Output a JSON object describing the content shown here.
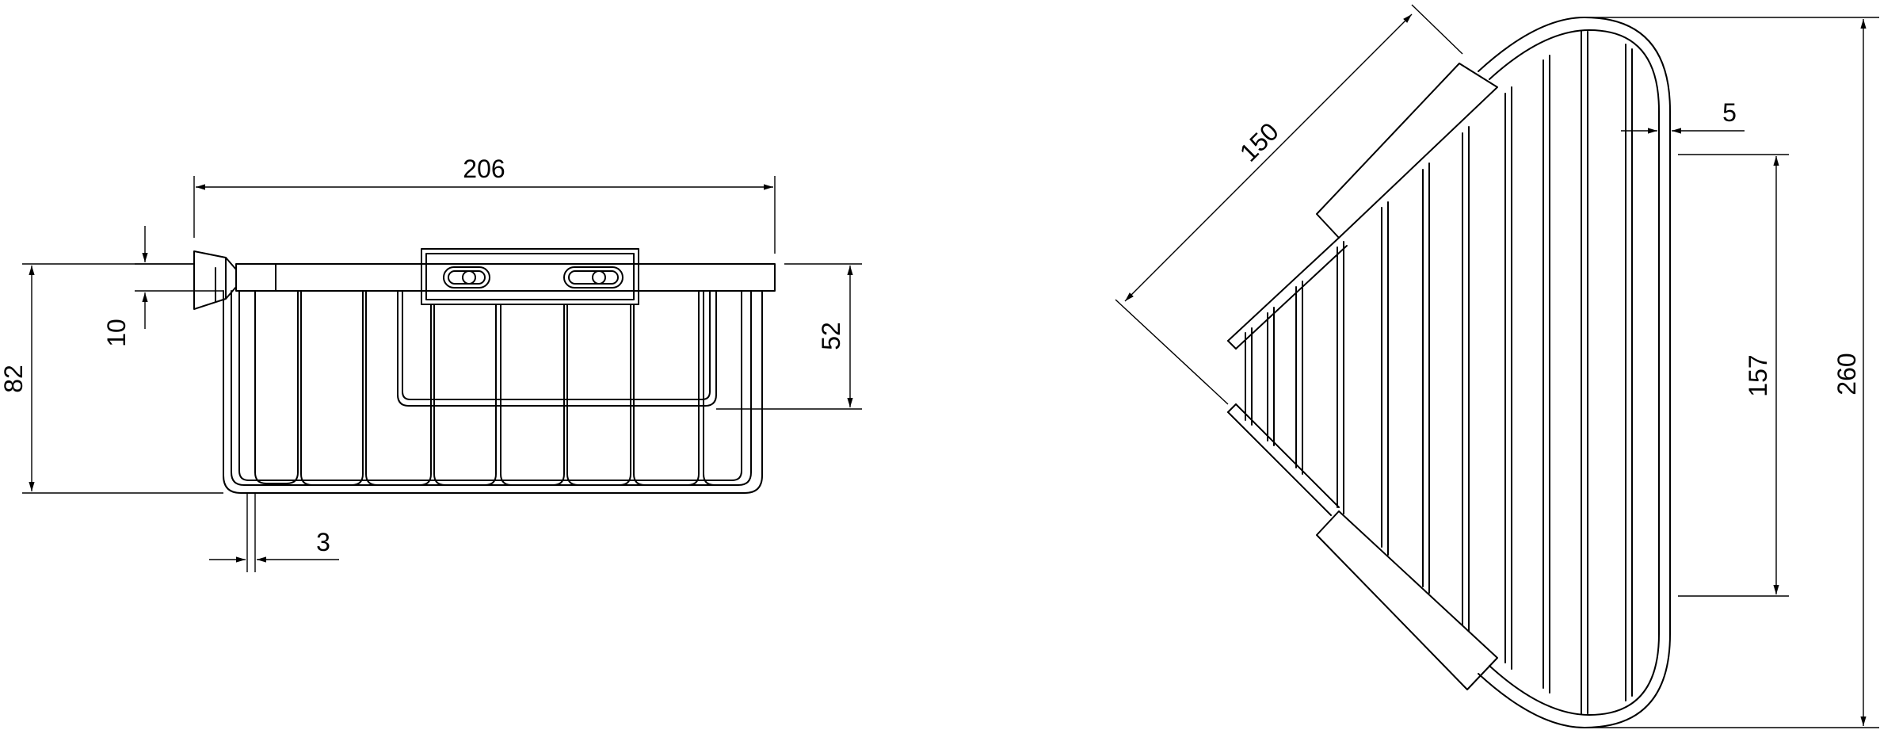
{
  "drawing": {
    "side_view": {
      "dim_width": "206",
      "dim_rim": "10",
      "dim_height": "82",
      "dim_inner_height": "52",
      "dim_wire": "3"
    },
    "top_view": {
      "dim_side": "150",
      "dim_gap": "5",
      "dim_inner_length": "157",
      "dim_length": "260"
    }
  }
}
